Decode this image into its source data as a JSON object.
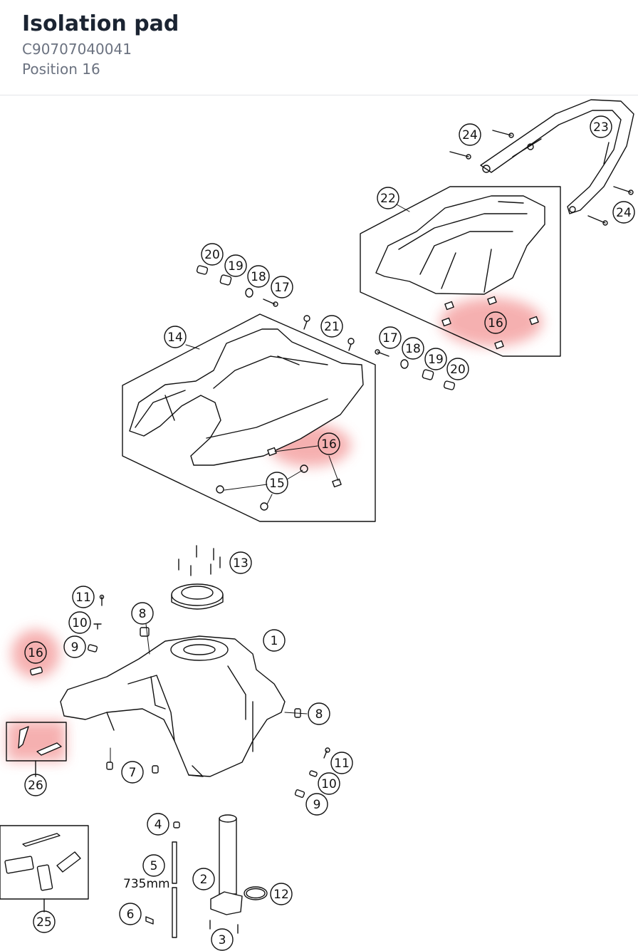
{
  "header": {
    "title": "Isolation pad",
    "part_number": "C90707040041",
    "position": "Position 16"
  },
  "diagram": {
    "highlight_color": "#f4a3a3",
    "callouts": [
      {
        "label": "24"
      },
      {
        "label": "23"
      },
      {
        "label": "22"
      },
      {
        "label": "24"
      },
      {
        "label": "20"
      },
      {
        "label": "19"
      },
      {
        "label": "18"
      },
      {
        "label": "17"
      },
      {
        "label": "14"
      },
      {
        "label": "21"
      },
      {
        "label": "16"
      },
      {
        "label": "17"
      },
      {
        "label": "18"
      },
      {
        "label": "19"
      },
      {
        "label": "20"
      },
      {
        "label": "16"
      },
      {
        "label": "15"
      },
      {
        "label": "13"
      },
      {
        "label": "11"
      },
      {
        "label": "10"
      },
      {
        "label": "9"
      },
      {
        "label": "8"
      },
      {
        "label": "1"
      },
      {
        "label": "16"
      },
      {
        "label": "8"
      },
      {
        "label": "7"
      },
      {
        "label": "26"
      },
      {
        "label": "11"
      },
      {
        "label": "10"
      },
      {
        "label": "9"
      },
      {
        "label": "4"
      },
      {
        "label": "5"
      },
      {
        "label": "2"
      },
      {
        "label": "12"
      },
      {
        "label": "6"
      },
      {
        "label": "3"
      },
      {
        "label": "25"
      }
    ],
    "hose_length": "735mm"
  }
}
